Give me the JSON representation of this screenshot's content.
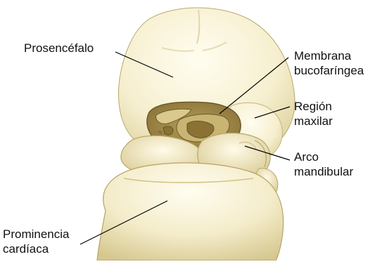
{
  "figure": {
    "labels": {
      "prosencefalo": "Prosencéfalo",
      "membrana_line1": "Membrana",
      "membrana_line2": "bucofaríngea",
      "region_line1": "Región",
      "region_line2": "maxilar",
      "arco_line1": "Arco",
      "arco_line2": "mandibular",
      "prominencia_line1": "Prominencia",
      "prominencia_line2": "cardíaca"
    },
    "colors": {
      "tissue": "#f3ebc6",
      "tissue_shade": "#d9cc97",
      "outline": "#8f7a3e",
      "stomodeum": "#9e8746",
      "stomodeum_dark": "#6a5526",
      "leader_line": "#000000"
    }
  }
}
